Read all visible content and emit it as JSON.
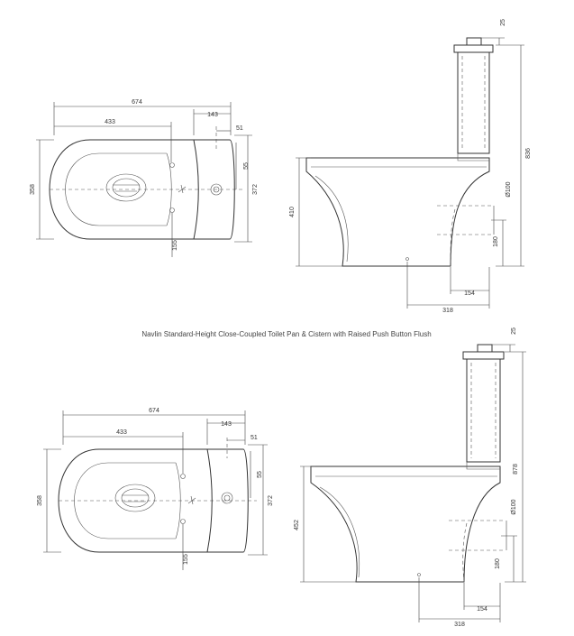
{
  "caption": "Navlin Standard-Height Close-Coupled Toilet Pan & Cistern with Raised Push Button Flush",
  "top_plan": {
    "overall_width": "674",
    "pan_length": "433",
    "cistern_depth": "143",
    "button_offset": "51",
    "button_spacing": "55",
    "pan_width": "358",
    "cistern_width": "372",
    "fixing_offset": "155"
  },
  "top_side": {
    "button_height": "25",
    "overall_height": "836",
    "seat_height": "410",
    "outlet_diameter": "Ø100",
    "outlet_height": "180",
    "outlet_set_back": "154",
    "setout": "318"
  },
  "bottom_plan": {
    "overall_width": "674",
    "pan_length": "433",
    "cistern_depth": "143",
    "button_offset": "51",
    "button_spacing": "55",
    "pan_width": "358",
    "cistern_width": "372",
    "fixing_offset": "155"
  },
  "bottom_side": {
    "button_height": "25",
    "overall_height": "878",
    "seat_height": "452",
    "outlet_diameter": "Ø100",
    "outlet_height": "180",
    "outlet_set_back": "154",
    "setout": "318"
  }
}
